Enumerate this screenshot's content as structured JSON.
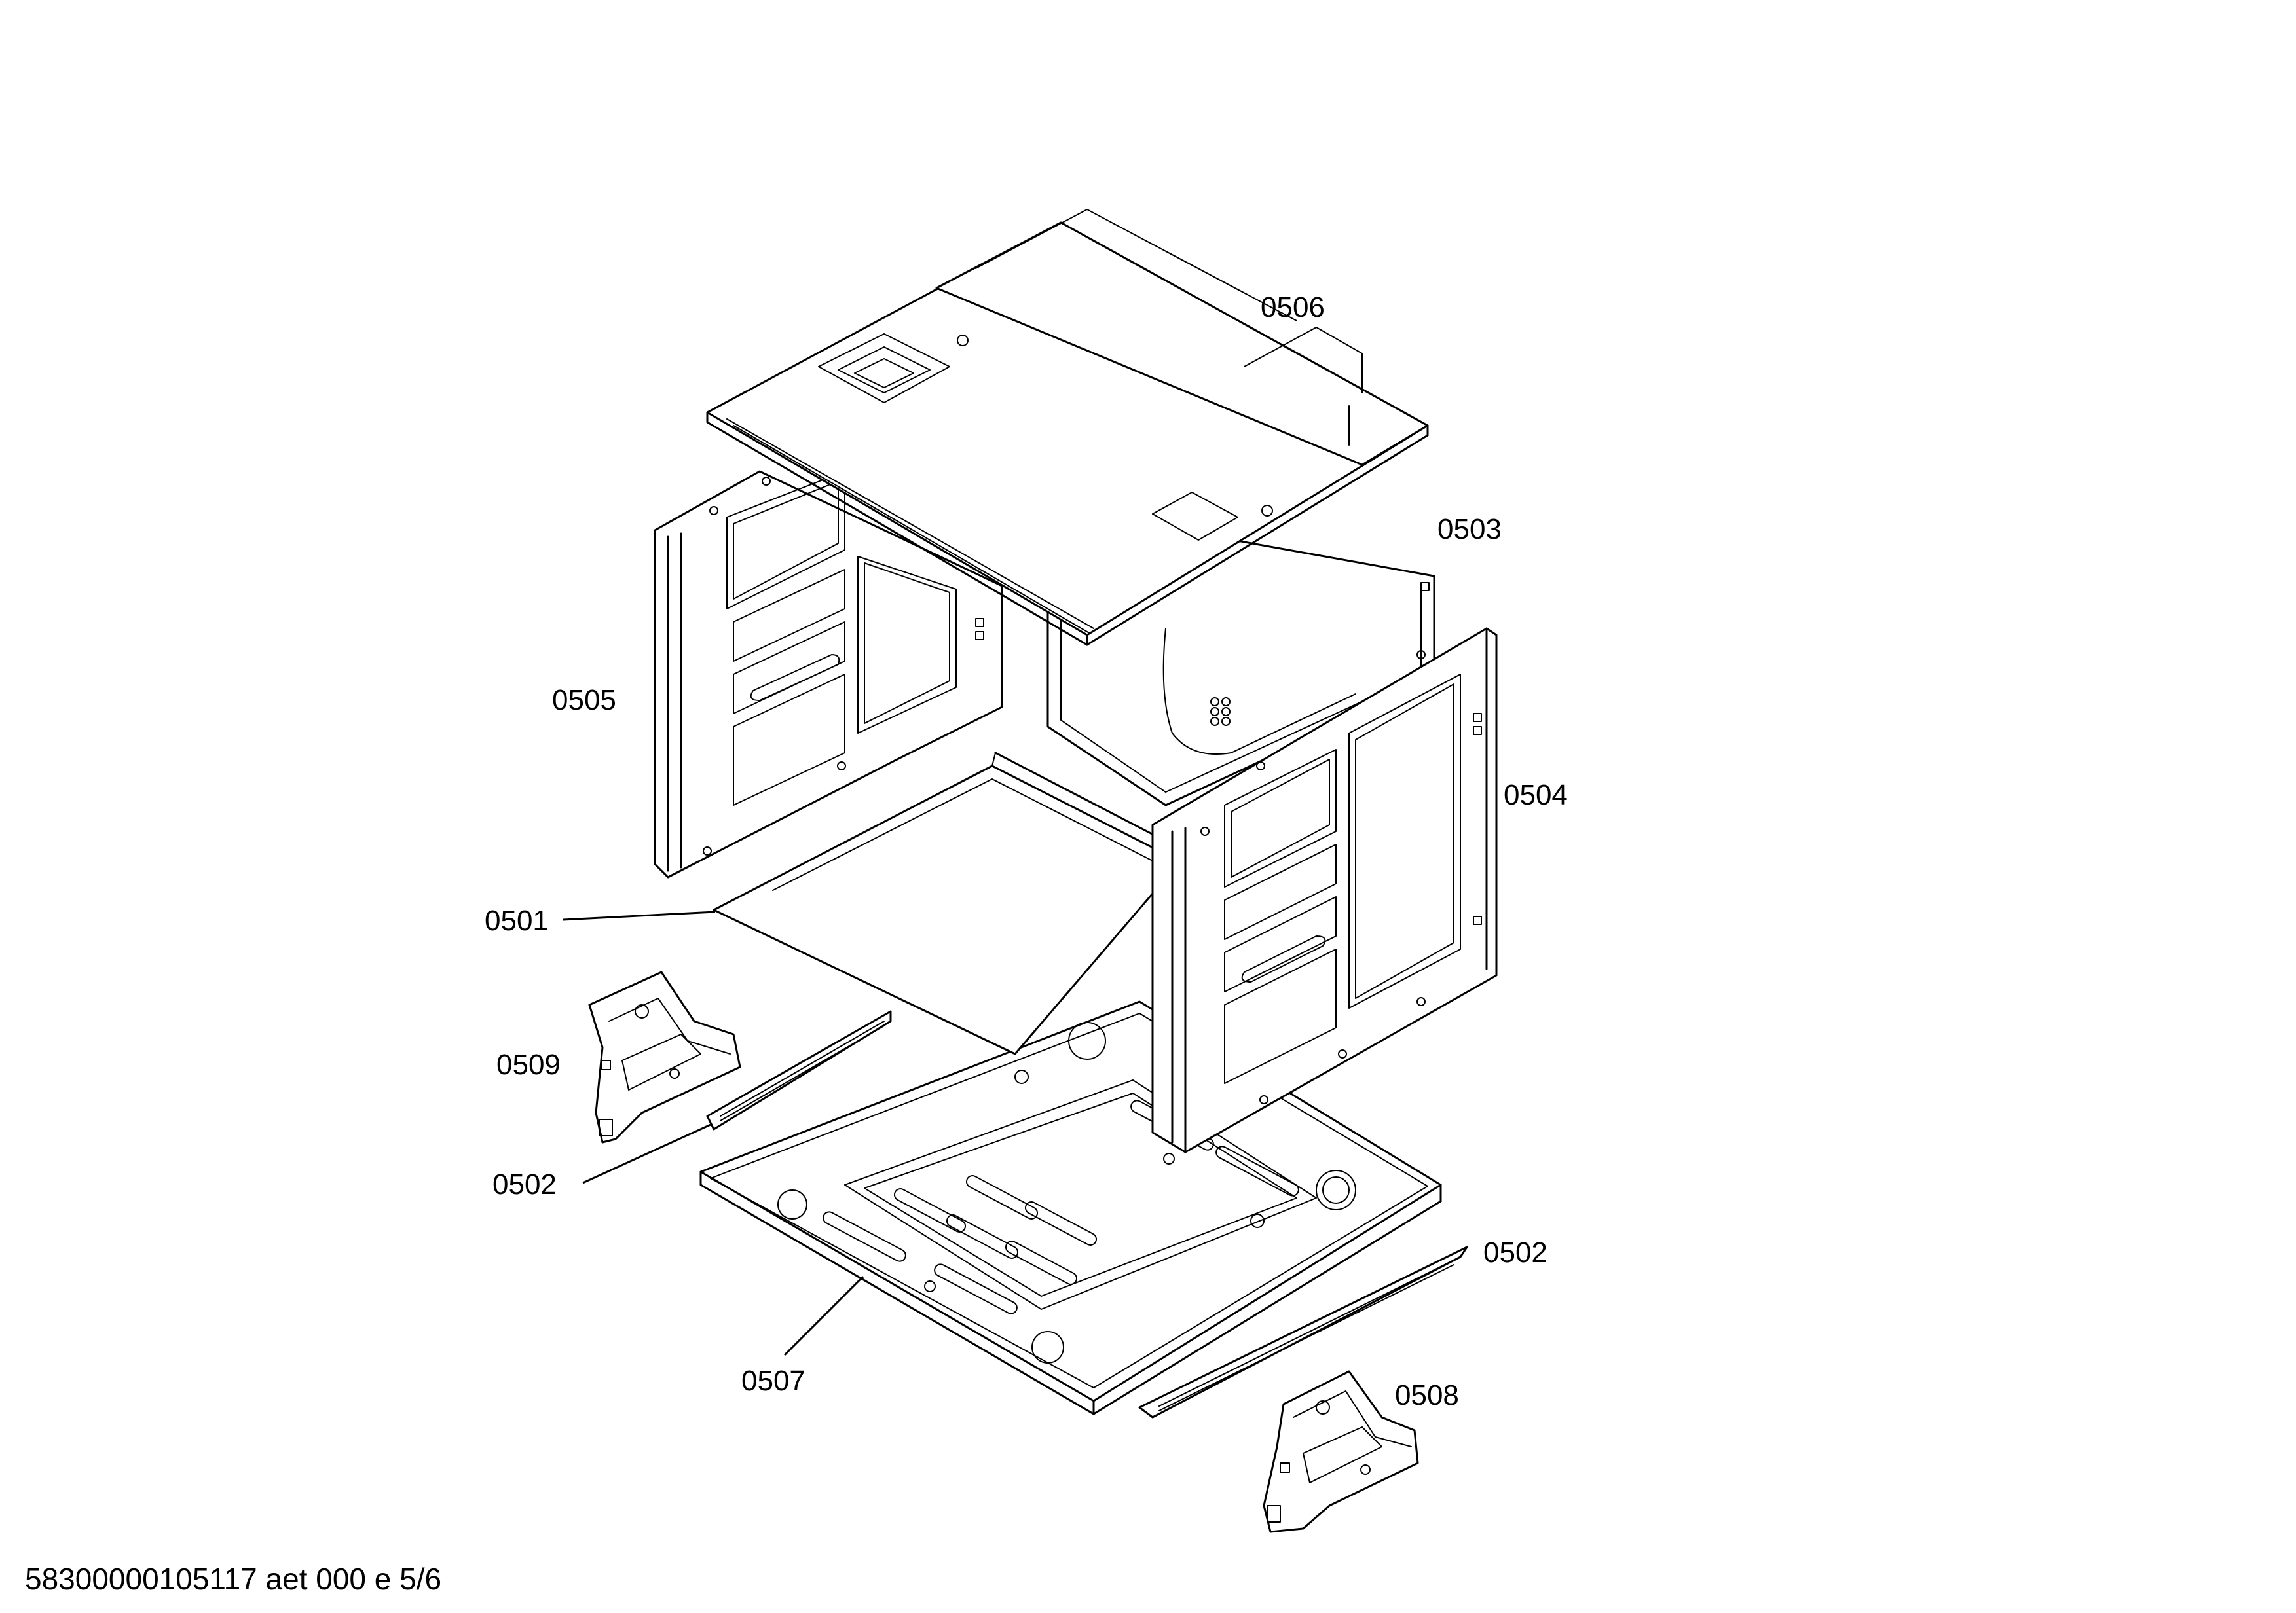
{
  "labels": {
    "p0506": "0506",
    "p0503": "0503",
    "p0505": "0505",
    "p0504": "0504",
    "p0501": "0501",
    "p0509": "0509",
    "p0502_left": "0502",
    "p0502_right": "0502",
    "p0507": "0507",
    "p0508": "0508"
  },
  "footer": {
    "code": "58300000105117 aet 000 e 5/6"
  },
  "colors": {
    "line": "#000000",
    "background": "#ffffff"
  }
}
